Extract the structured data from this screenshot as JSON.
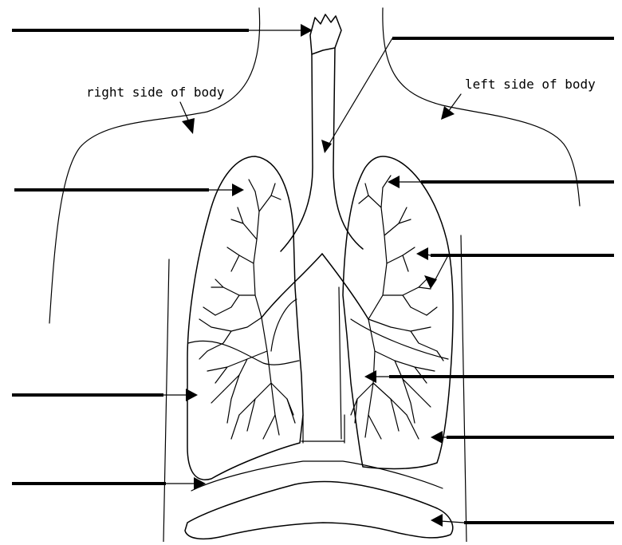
{
  "labels": {
    "right_side": "right side of body",
    "left_side": "left side of body"
  },
  "answer_blanks": [
    {
      "id": "blank-1",
      "text": ""
    },
    {
      "id": "blank-2",
      "text": ""
    },
    {
      "id": "blank-3",
      "text": ""
    },
    {
      "id": "blank-4",
      "text": ""
    },
    {
      "id": "blank-5",
      "text": ""
    },
    {
      "id": "blank-6",
      "text": ""
    },
    {
      "id": "blank-7",
      "text": ""
    },
    {
      "id": "blank-8",
      "text": ""
    },
    {
      "id": "blank-9",
      "text": ""
    },
    {
      "id": "blank-10",
      "text": ""
    }
  ],
  "colors": {
    "line": "#000000",
    "background": "#ffffff"
  }
}
